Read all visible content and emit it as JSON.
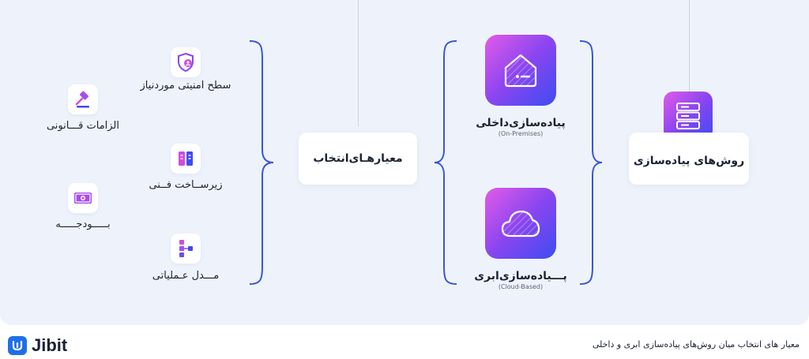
{
  "diagram": {
    "root": {
      "label": "روش‌های پیاده‌سازی"
    },
    "methods": [
      {
        "label": "پیاده‌سازی‌داخلی",
        "sub": "(On-Premises)",
        "icon": "home-icon"
      },
      {
        "label": "پـــیاده‌سازی‌ابری",
        "sub": "(Cloud-Based)",
        "icon": "cloud-icon"
      }
    ],
    "criteria": {
      "label": "معیارهـای‌انتخاب"
    },
    "factors_inner": [
      {
        "label": "سطح امنیتی موردنیاز",
        "icon": "shield-user-icon"
      },
      {
        "label": "زیرســاخت فــنی",
        "icon": "server-rack-icon"
      },
      {
        "label": "مـــدل عـملیاتی",
        "icon": "flowchart-icon"
      }
    ],
    "factors_outer": [
      {
        "label": "الزامات قـــانونی",
        "icon": "gavel-icon"
      },
      {
        "label": "بـــــودجـــــه",
        "icon": "money-icon"
      }
    ]
  },
  "footer": {
    "brand": "Jibit",
    "caption": "معیار های انتخاب میان روش‌های پیاده‌سازی ابری و داخلی"
  },
  "colors": {
    "accent": "#8a45f0",
    "brace": "#3a55d8",
    "brand": "#1f6fe8"
  }
}
